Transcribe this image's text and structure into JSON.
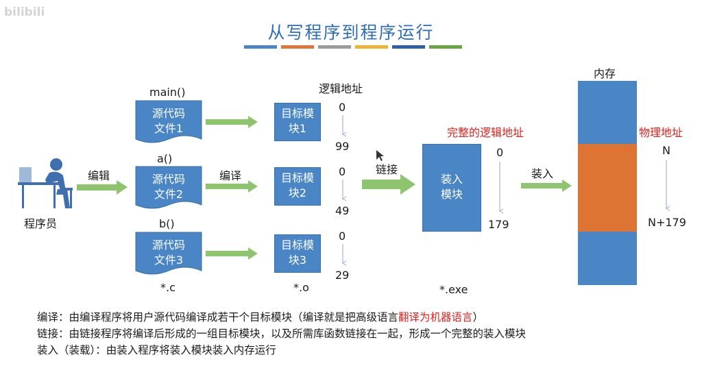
{
  "watermark": "bilibili",
  "title": "从写程序到程序运行",
  "colors": {
    "title": "#2e6db4",
    "accent_bars": [
      "#4a86c5",
      "#e0763a",
      "#9a9a9a",
      "#f2b233",
      "#2f5fa8",
      "#6aa544"
    ],
    "arrow_green": "#8fc46f",
    "box_blue": "#4a86c5",
    "mem_orange": "#dd7434",
    "highlight_red": "#e2211c"
  },
  "programmer": {
    "label": "程序员",
    "icon": "person-at-desk-icon"
  },
  "edit_label": "编辑",
  "compile_label": "编译",
  "link_label": "链接",
  "load_label": "装入",
  "source_files": [
    {
      "func": "main()",
      "text": [
        "源代码",
        "文件1"
      ]
    },
    {
      "func": "a()",
      "text": [
        "源代码",
        "文件2"
      ]
    },
    {
      "func": "b()",
      "text": [
        "源代码",
        "文件3"
      ]
    }
  ],
  "source_ext": "*.c",
  "logical_address_title": "逻辑地址",
  "object_modules": [
    {
      "text": [
        "目标模",
        "块1"
      ],
      "start": "0",
      "end": "99"
    },
    {
      "text": [
        "目标模",
        "块2"
      ],
      "start": "0",
      "end": "49"
    },
    {
      "text": [
        "目标模",
        "块3"
      ],
      "start": "0",
      "end": "29"
    }
  ],
  "object_ext": "*.o",
  "full_logical_title": "完整的逻辑地址",
  "load_module": {
    "text": [
      "装入",
      "模块"
    ],
    "start": "0",
    "end": "179"
  },
  "load_ext": "*.exe",
  "memory": {
    "title": "内存",
    "physical_title": "物理地址",
    "start": "N",
    "end": "N+179"
  },
  "notes": {
    "compile": {
      "prefix": "编译：由编译程序将用户源代码编译成若干个目标模块（编译就是把高级语言",
      "highlight": "翻译为机器语言",
      "suffix": "）"
    },
    "link": "链接：由链接程序将编译后形成的一组目标模块，以及所需库函数链接在一起，形成一个完整的装入模块",
    "load": "装入（装载）：由装入程序将装入模块装入内存运行"
  }
}
